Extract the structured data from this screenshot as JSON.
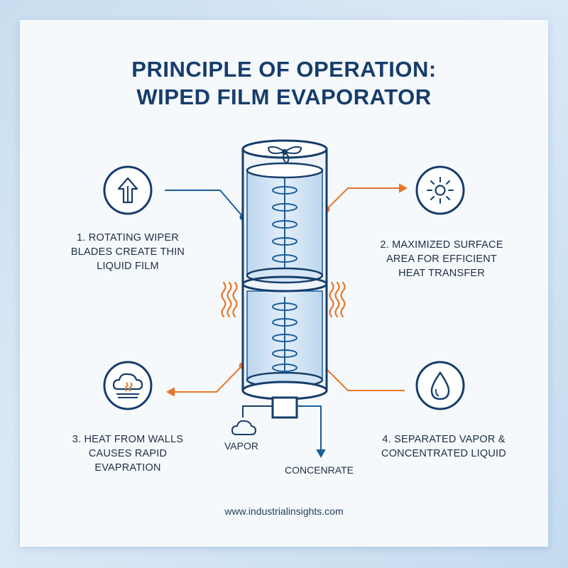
{
  "title_line1": "PRINCIPLE OF OPERATION:",
  "title_line2": "WIPED FILM EVAPORATOR",
  "steps": [
    {
      "lines": [
        "1. ROTATING WIPER",
        "BLADES CREATE THIN",
        "LIQUID FILM"
      ],
      "icon": "up-arrow-icon",
      "color": "#1b5d9c"
    },
    {
      "lines": [
        "2. MAXIMIZED SURFACE",
        "AREA FOR EFFICIENT",
        "HEAT TRANSFER"
      ],
      "icon": "sun-icon",
      "color": "#e8772a"
    },
    {
      "lines": [
        "3. HEAT FROM WALLS",
        "CAUSES RAPID",
        "EVAPRATION"
      ],
      "icon": "cloud-heat-icon",
      "color": "#e8772a"
    },
    {
      "lines": [
        "4. SEPARATED VAPOR &",
        "CONCENTRATED LIQUID"
      ],
      "icon": "droplet-icon",
      "color": "#1b5d9c"
    }
  ],
  "outputs": {
    "vapor": "VAPOR",
    "concentrate": "CONCENRATE"
  },
  "footer": "www.industrialinsights.com",
  "colors": {
    "navy": "#163d6b",
    "blue": "#1b5d9c",
    "orange": "#e8772a",
    "background": "#f6f9fc"
  }
}
